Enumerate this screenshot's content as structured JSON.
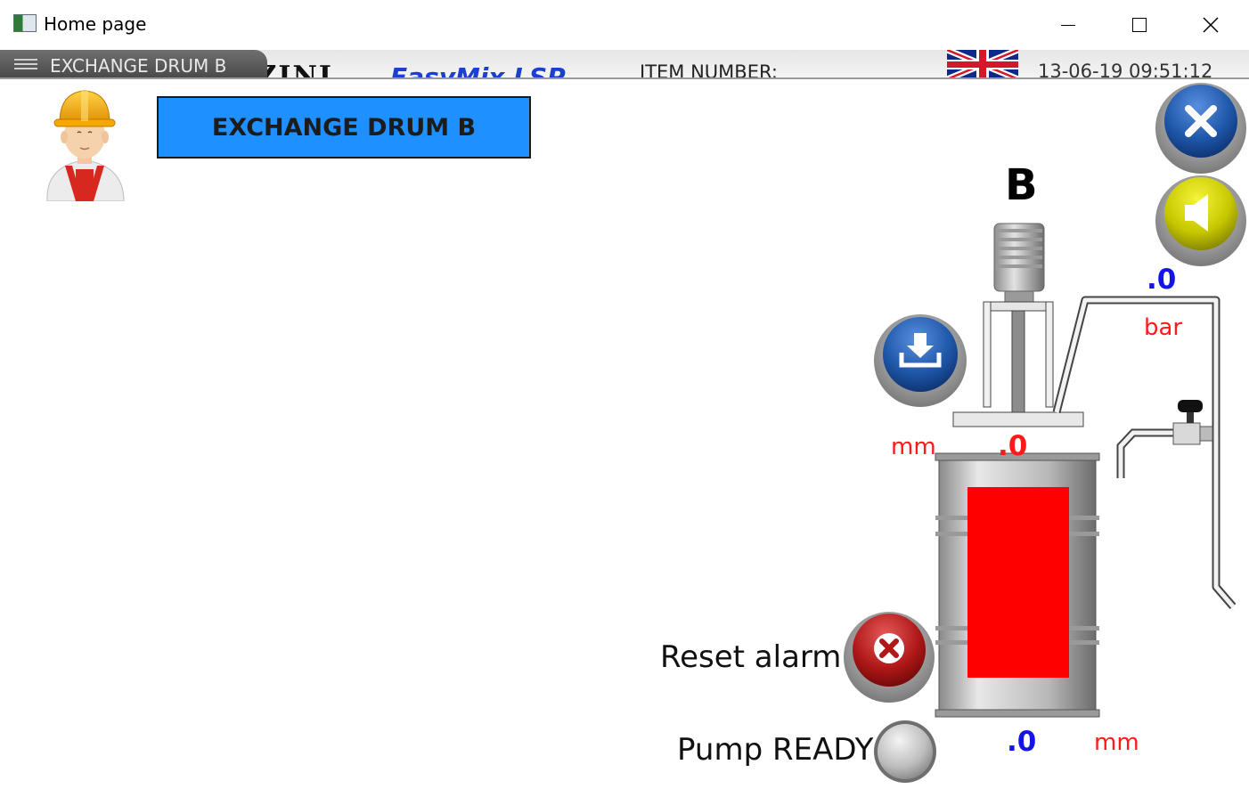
{
  "window": {
    "title": "Home page",
    "controls": {
      "minimize": "minimize",
      "maximize": "maximize",
      "close": "close"
    }
  },
  "header": {
    "tab_label": "EXCHANGE DRUM B",
    "brand_logo": "LUZZINI",
    "product_logo": "EasyMix LSP",
    "item_number_label": "ITEM NUMBER:",
    "language_flag": "uk-flag-icon",
    "datetime": "13-06-19 09:51:12"
  },
  "page": {
    "title_button": "EXCHANGE DRUM B",
    "drum_label": "B"
  },
  "readouts": {
    "pressure_value": ".0",
    "pressure_unit": "bar",
    "level_top_value": ".0",
    "level_top_unit": "mm",
    "level_bottom_value": ".0",
    "level_bottom_unit": "mm"
  },
  "controls": {
    "reset_alarm_label": "Reset alarm",
    "pump_ready_label": "Pump READY"
  },
  "icons": {
    "close": "close-x-icon",
    "sound": "speaker-icon",
    "download": "download-tray-icon",
    "reset": "close-x-icon",
    "pump_status": "status-lamp-icon",
    "operator": "operator-avatar-icon"
  },
  "colors": {
    "title_button": "#1e90ff",
    "drum_fill": "#ff0000",
    "readout_blue": "#1414e6",
    "readout_red": "#ff1a1a",
    "close_button": "#1f57a8",
    "sound_button": "#c8c800",
    "reset_button": "#b01818",
    "lamp_off": "#bdbdbd"
  }
}
